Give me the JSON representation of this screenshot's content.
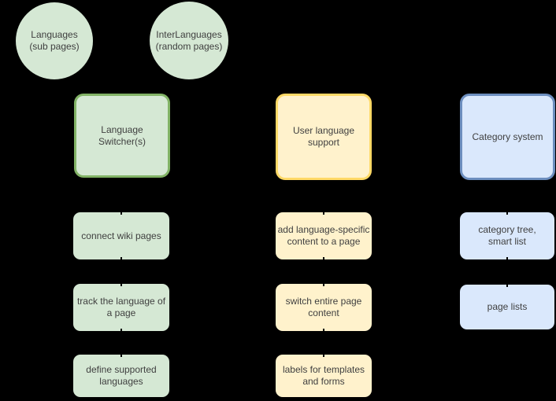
{
  "colors": {
    "background": "#000000",
    "green_fill": "#d5e8d4",
    "green_stroke": "#82b366",
    "yellow_fill": "#fff2cc",
    "yellow_stroke": "#ffd966",
    "blue_fill": "#dae8fc",
    "blue_stroke": "#6c8ebf",
    "text": "#404040"
  },
  "nodes": {
    "languages_circle": {
      "label": [
        "Languages",
        "(sub pages)"
      ]
    },
    "interlanguages_circle": {
      "label": [
        "InterLanguages",
        "(random pages)"
      ]
    },
    "language_switcher": {
      "label": [
        "Language",
        "Switcher(s)"
      ]
    },
    "user_language_support": {
      "label": [
        "User language",
        "support"
      ]
    },
    "category_system": {
      "label": [
        "Category system"
      ]
    },
    "connect_wiki_pages": {
      "label": [
        "connect wiki pages"
      ]
    },
    "track_language": {
      "label": [
        "track the language of",
        "a page"
      ]
    },
    "define_supported": {
      "label": [
        "define supported",
        "languages"
      ]
    },
    "add_language_specific": {
      "label": [
        "add language-specific",
        "content to a page"
      ]
    },
    "switch_entire_page": {
      "label": [
        "switch entire page",
        "content"
      ]
    },
    "labels_templates": {
      "label": [
        "labels for templates",
        "and forms"
      ]
    },
    "category_tree": {
      "label": [
        "category tree,",
        "smart list"
      ]
    },
    "page_lists": {
      "label": [
        "page lists"
      ]
    }
  }
}
